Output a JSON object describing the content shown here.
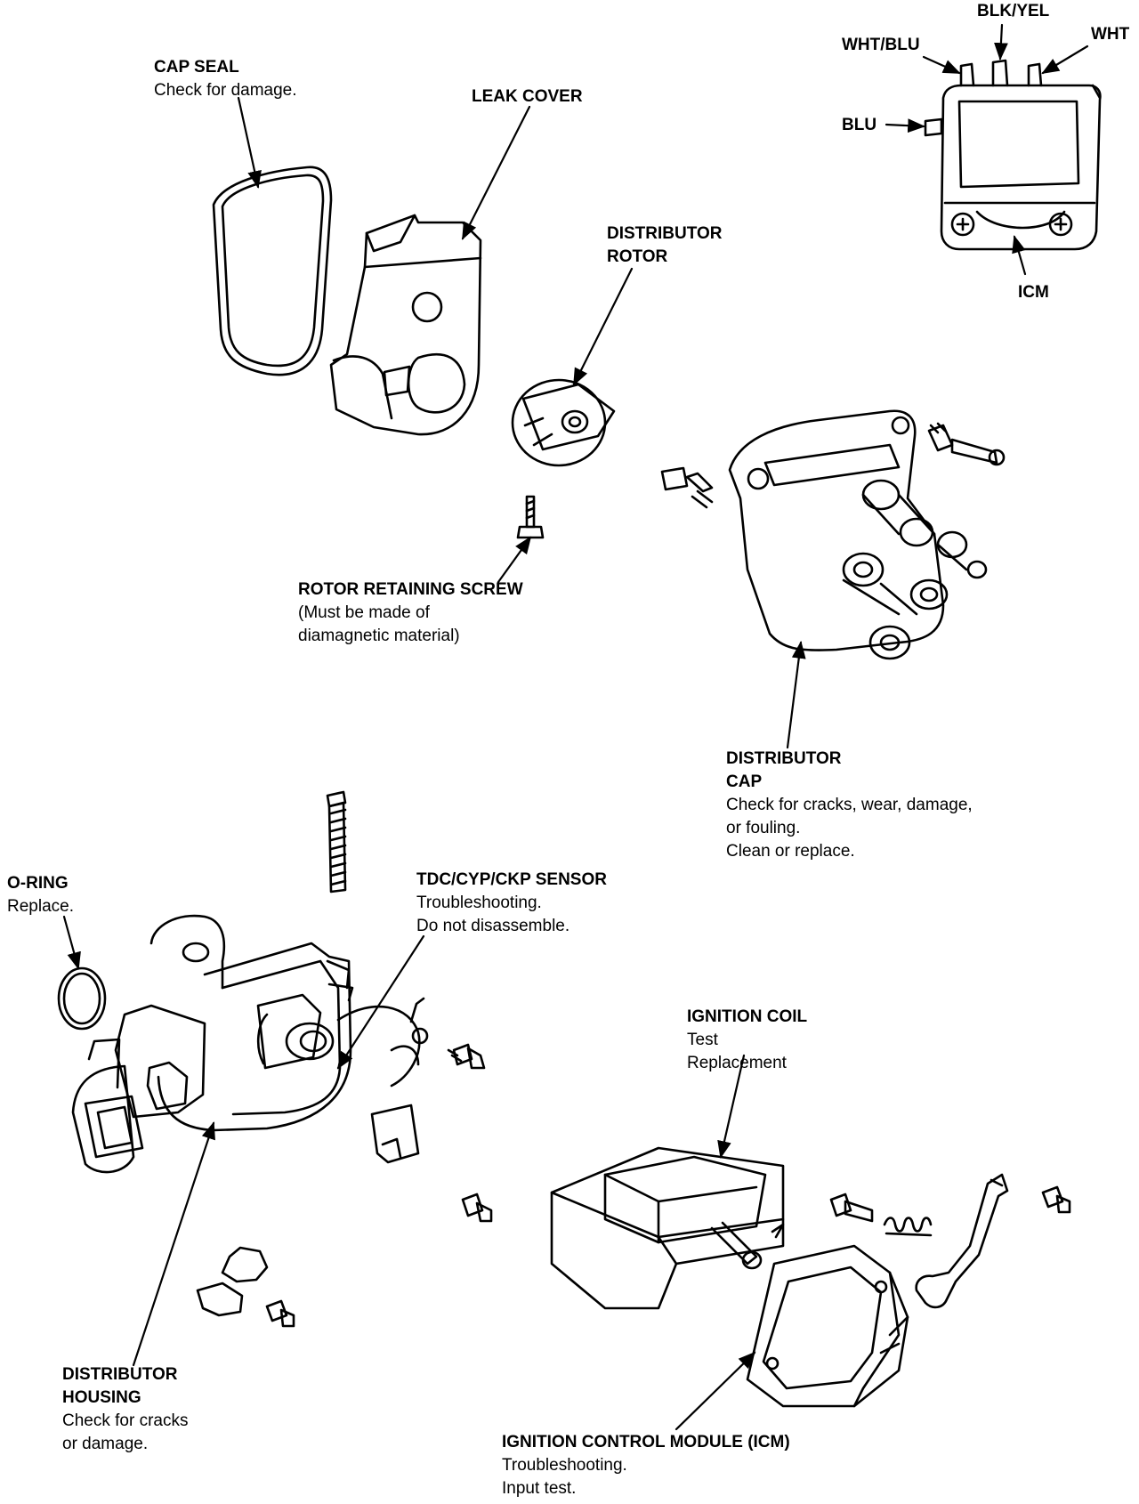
{
  "labels": {
    "cap_seal": {
      "title": [
        "CAP SEAL"
      ],
      "desc": [
        "Check for damage."
      ]
    },
    "leak_cover": {
      "title": [
        "LEAK COVER"
      ],
      "desc": []
    },
    "distributor_rotor": {
      "title": [
        "DISTRIBUTOR",
        "ROTOR"
      ],
      "desc": []
    },
    "rotor_retaining_screw": {
      "title": [
        "ROTOR RETAINING SCREW"
      ],
      "desc": [
        "(Must be made of",
        "diamagnetic material)"
      ]
    },
    "distributor_cap": {
      "title": [
        "DISTRIBUTOR",
        "CAP"
      ],
      "desc": [
        "Check for cracks, wear, damage,",
        "or fouling.",
        "Clean or replace."
      ]
    },
    "o_ring": {
      "title": [
        "O-RING"
      ],
      "desc": [
        "Replace."
      ]
    },
    "tdc_sensor": {
      "title": [
        "TDC/CYP/CKP SENSOR"
      ],
      "desc": [
        "Troubleshooting.",
        "Do not disassemble."
      ]
    },
    "ignition_coil": {
      "title": [
        "IGNITION COIL"
      ],
      "desc": [
        "Test",
        "Replacement"
      ]
    },
    "distributor_housing": {
      "title": [
        "DISTRIBUTOR",
        "HOUSING"
      ],
      "desc": [
        "Check for cracks",
        "or damage."
      ]
    },
    "icm": {
      "title": [
        "IGNITION CONTROL MODULE (ICM)"
      ],
      "desc": [
        "Troubleshooting.",
        "Input test."
      ]
    }
  },
  "icm_inset": {
    "wire_blk_yel": "BLK/YEL",
    "wire_wht_blu": "WHT/BLU",
    "wire_wht": "WHT",
    "wire_blu": "BLU",
    "module_label": "ICM"
  },
  "colors": {
    "ink": "#000000",
    "paper": "#ffffff"
  }
}
